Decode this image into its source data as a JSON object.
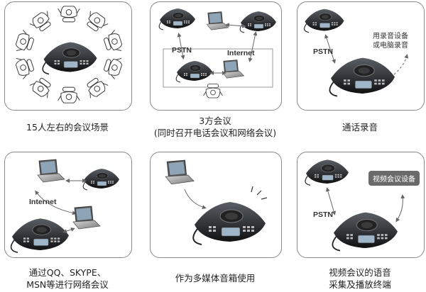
{
  "panels": [
    {
      "caption": [
        "15人左右的会议场景"
      ]
    },
    {
      "caption": [
        "3方会议",
        "(同时召开电话会议和网络会议)"
      ],
      "labels": {
        "pstn": "PSTN",
        "internet": "Internet"
      }
    },
    {
      "caption": [
        "通话录音"
      ],
      "labels": {
        "pstn": "PSTN",
        "note_line1": "用录音设备",
        "note_line2": "或电脑录音"
      }
    },
    {
      "caption": [
        "通过QQ、SKYPE、",
        "MSN等进行网络会议"
      ],
      "labels": {
        "internet": "Internet"
      }
    },
    {
      "caption": [
        "作为多媒体音箱使用"
      ]
    },
    {
      "caption": [
        "视频会议的语音",
        "采集及播放终端"
      ],
      "labels": {
        "pstn": "PSTN",
        "device": "视频会议设备"
      }
    }
  ]
}
